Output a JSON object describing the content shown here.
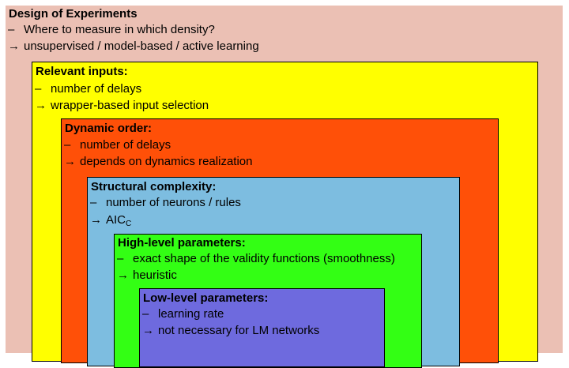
{
  "levels": [
    {
      "title": "Design of Experiments",
      "question": "Where to measure in which density?",
      "answer": "unsupervised / model-based / active learning",
      "color": "#ebc0b4"
    },
    {
      "title": "Relevant inputs:",
      "question": "number of delays",
      "answer": "wrapper-based input selection",
      "color": "#ffff00"
    },
    {
      "title": "Dynamic order:",
      "question": "number of delays",
      "answer": "depends on dynamics realization",
      "color": "#ff5008"
    },
    {
      "title": "Structural complexity:",
      "question": "number of neurons / rules",
      "answer": "AIC",
      "answer_sub": "C",
      "color": "#7dbde0"
    },
    {
      "title": "High-level parameters:",
      "question": "exact shape of the validity functions (smoothness)",
      "answer": "heuristic",
      "color": "#33ff14"
    },
    {
      "title": "Low-level parameters:",
      "question": "learning rate",
      "answer": "not necessary for LM networks",
      "color": "#6e6ade"
    }
  ],
  "symbols": {
    "dash": "–",
    "arrow": "→"
  }
}
